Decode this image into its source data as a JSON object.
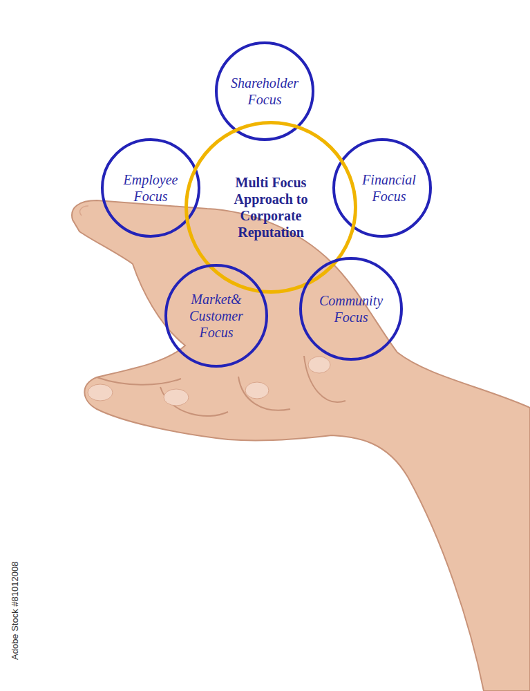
{
  "diagram": {
    "nodes": [
      {
        "text": [
          "Shareholder Focus"
        ]
      },
      {
        "text": [
          "Employee Focus"
        ]
      },
      {
        "text": [
          "Financial Focus"
        ]
      },
      {
        "text": [
          "Multi Focus Approach to Corporate Reputation"
        ]
      },
      {
        "text": [
          "Market& Customer Focus"
        ]
      },
      {
        "text": [
          "Community Focus"
        ]
      }
    ],
    "labels": [
      "Adobe Stock #81012008"
    ]
  }
}
